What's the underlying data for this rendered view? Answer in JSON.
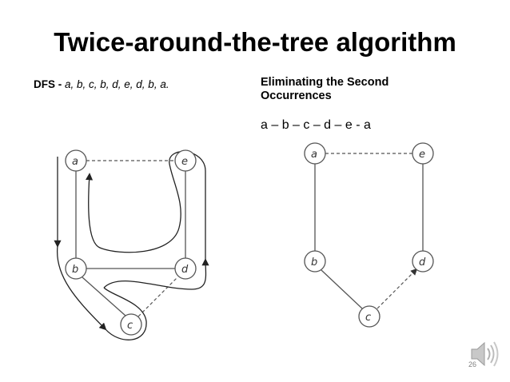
{
  "slide": {
    "title": "Twice-around-the-tree algorithm",
    "page_number": "26"
  },
  "left_panel": {
    "dfs_label": "DFS - ",
    "dfs_sequence": "a, b, c, b, d, e, d, b, a.",
    "graph_nodes": {
      "a": "a",
      "b": "b",
      "c": "c",
      "d": "d",
      "e": "e"
    }
  },
  "right_panel": {
    "heading": "Eliminating the Second Occurrences",
    "tour": "a – b – c – d – e - a",
    "graph_nodes": {
      "a": "a",
      "b": "b",
      "c": "c",
      "d": "d",
      "e": "e"
    }
  },
  "icons": {
    "speaker": "speaker-icon"
  }
}
